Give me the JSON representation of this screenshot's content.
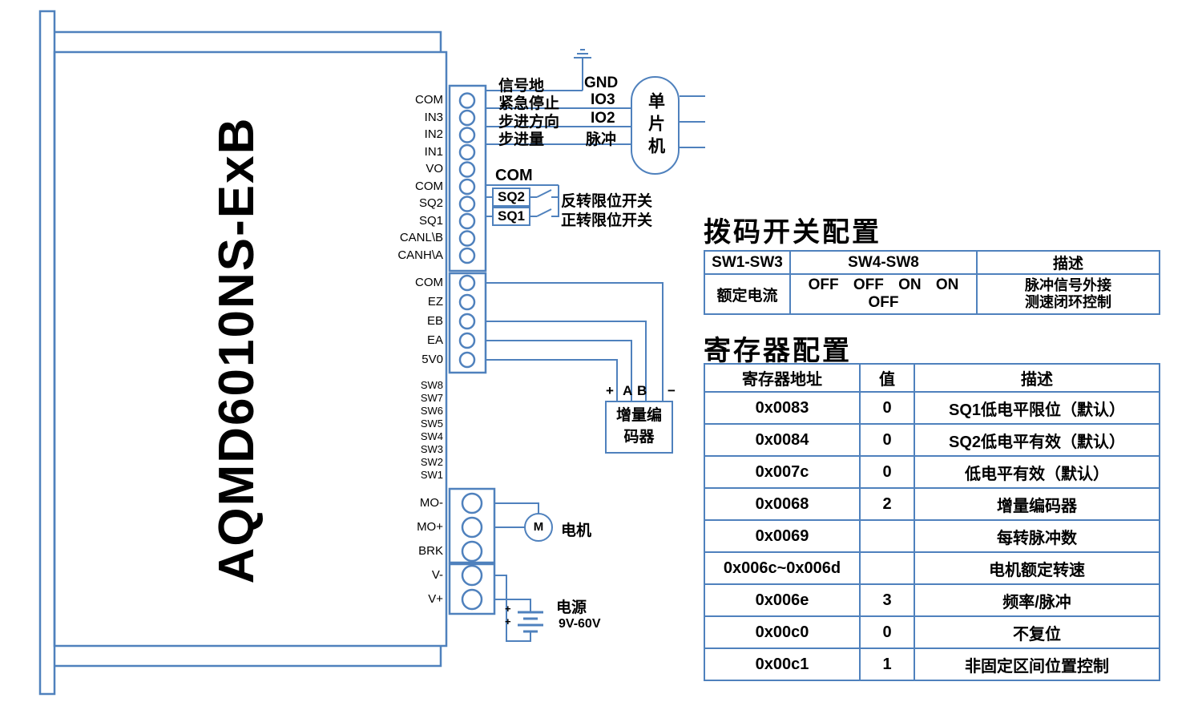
{
  "device": {
    "model": "AQMD6010NS-ExB"
  },
  "terminals": {
    "block1": [
      "COM",
      "IN3",
      "IN2",
      "IN1",
      "VO",
      "COM",
      "SQ2",
      "SQ1",
      "CANL\\B",
      "CANH\\A"
    ],
    "block2": [
      "COM",
      "EZ",
      "EB",
      "EA",
      "5V0"
    ],
    "dip": [
      "SW8",
      "SW7",
      "SW6",
      "SW5",
      "SW4",
      "SW3",
      "SW2",
      "SW1"
    ],
    "block3": [
      "MO-",
      "MO+",
      "BRK"
    ],
    "block4": [
      "V-",
      "V+"
    ]
  },
  "mcu": {
    "label": "单片机"
  },
  "wiring": {
    "signal_ground": "信号地",
    "gnd": "GND",
    "emergency_stop": "紧急停止",
    "io3": "IO3",
    "step_direction": "步进方向",
    "io2": "IO2",
    "step_amount": "步进量",
    "pulse": "脉冲",
    "com": "COM",
    "sq2": "SQ2",
    "sq1": "SQ1",
    "reverse_limit_switch": "反转限位开关",
    "forward_limit_switch": "正转限位开关",
    "encoder_pins": {
      "plus": "+",
      "a": "A",
      "b": "B",
      "minus": "−"
    },
    "encoder_label": "增量编码器",
    "motor_symbol": "M",
    "motor_label": "电机",
    "power_label": "电源",
    "power_range": "9V-60V",
    "battery_plus": "+"
  },
  "dip_table": {
    "title": "拨码开关配置",
    "headers": [
      "SW1-SW3",
      "SW4-SW8",
      "描述"
    ],
    "row": {
      "sw1_3": "额定电流",
      "sw4_8": "OFF OFF ON ON OFF",
      "desc1": "脉冲信号外接",
      "desc2": "测速闭环控制"
    }
  },
  "register_table": {
    "title": "寄存器配置",
    "headers": [
      "寄存器地址",
      "值",
      "描述"
    ],
    "rows": [
      {
        "addr": "0x0083",
        "val": "0",
        "desc": "SQ1低电平限位（默认）"
      },
      {
        "addr": "0x0084",
        "val": "0",
        "desc": "SQ2低电平有效（默认）"
      },
      {
        "addr": "0x007c",
        "val": "0",
        "desc": "低电平有效（默认）"
      },
      {
        "addr": "0x0068",
        "val": "2",
        "desc": "增量编码器"
      },
      {
        "addr": "0x0069",
        "val": "",
        "desc": "每转脉冲数"
      },
      {
        "addr": "0x006c~0x006d",
        "val": "",
        "desc": "电机额定转速"
      },
      {
        "addr": "0x006e",
        "val": "3",
        "desc": "频率/脉冲"
      },
      {
        "addr": "0x00c0",
        "val": "0",
        "desc": "不复位"
      },
      {
        "addr": "0x00c1",
        "val": "1",
        "desc": "非固定区间位置控制"
      }
    ]
  },
  "colors": {
    "line": "#4f81bd",
    "text": "#000000"
  }
}
